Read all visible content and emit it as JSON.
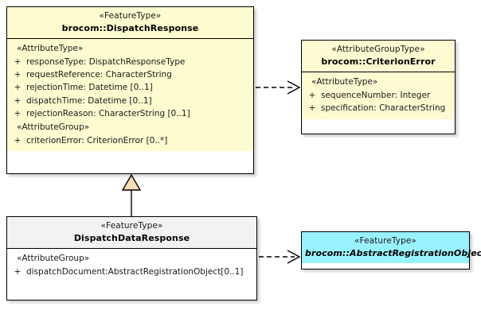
{
  "diagram": {
    "type": "uml-class-diagram",
    "background": "#ffffff",
    "colors": {
      "feature_type_fill": "#fcfcd0",
      "attribute_group_type_fill": "#fcfbd2",
      "plain_fill": "#ffffff",
      "plain_header_fill": "#f2f2f2",
      "abstract_fill": "#99f2ff",
      "border": "#000000",
      "generalization_triangle_fill": "#f7dcb4",
      "line": "#000000"
    }
  },
  "classes": {
    "dispatch_response": {
      "stereotype": "«FeatureType»",
      "name": "brocom::DispatchResponse",
      "sections": [
        {
          "group_label": "«AttributeType»",
          "attributes": [
            {
              "visibility": "+",
              "text": "responseType: DispatchResponseType"
            },
            {
              "visibility": "+",
              "text": "requestReference: CharacterString"
            },
            {
              "visibility": "+",
              "text": "rejectionTime: Datetime [0..1]"
            },
            {
              "visibility": "+",
              "text": "dispatchTime: Datetime [0..1]"
            },
            {
              "visibility": "+",
              "text": "rejectionReason: CharacterString [0..1]"
            }
          ]
        },
        {
          "group_label": "«AttributeGroup»",
          "attributes": [
            {
              "visibility": "+",
              "text": "criterionError: CriterionError [0..*]"
            }
          ]
        }
      ]
    },
    "criterion_error": {
      "stereotype": "«AttributeGroupType»",
      "name": "brocom::CriterionError",
      "sections": [
        {
          "group_label": "«AttributeType»",
          "attributes": [
            {
              "visibility": "+",
              "text": "sequenceNumber: Integer"
            },
            {
              "visibility": "+",
              "text": "specification: CharacterString"
            }
          ]
        }
      ]
    },
    "dispatch_data_response": {
      "stereotype": "«FeatureType»",
      "name": "DispatchDataResponse",
      "sections": [
        {
          "group_label": "«AttributeGroup»",
          "attributes": [
            {
              "visibility": "+",
              "text": "dispatchDocument:AbstractRegistrationObject[0..1]"
            }
          ]
        }
      ]
    },
    "abstract_registration_object": {
      "stereotype": "«FeatureType»",
      "name": "brocom::AbstractRegistrationObject",
      "sections": []
    }
  },
  "relationships": [
    {
      "id": "dep-dispatchresponse-criterionerror",
      "kind": "dependency",
      "style": "dashed-open-arrow",
      "source": "brocom::DispatchResponse",
      "target": "brocom::CriterionError",
      "label": ""
    },
    {
      "id": "gen-dispatchdataresponse-dispatchresponse",
      "kind": "generalization",
      "style": "solid-hollow-triangle",
      "source": "DispatchDataResponse",
      "target": "brocom::DispatchResponse",
      "label": ""
    },
    {
      "id": "dep-dispatchdataresponse-abstractregistrationobject",
      "kind": "dependency",
      "style": "dashed-open-arrow",
      "source": "DispatchDataResponse",
      "target": "brocom::AbstractRegistrationObject",
      "label": ""
    }
  ]
}
